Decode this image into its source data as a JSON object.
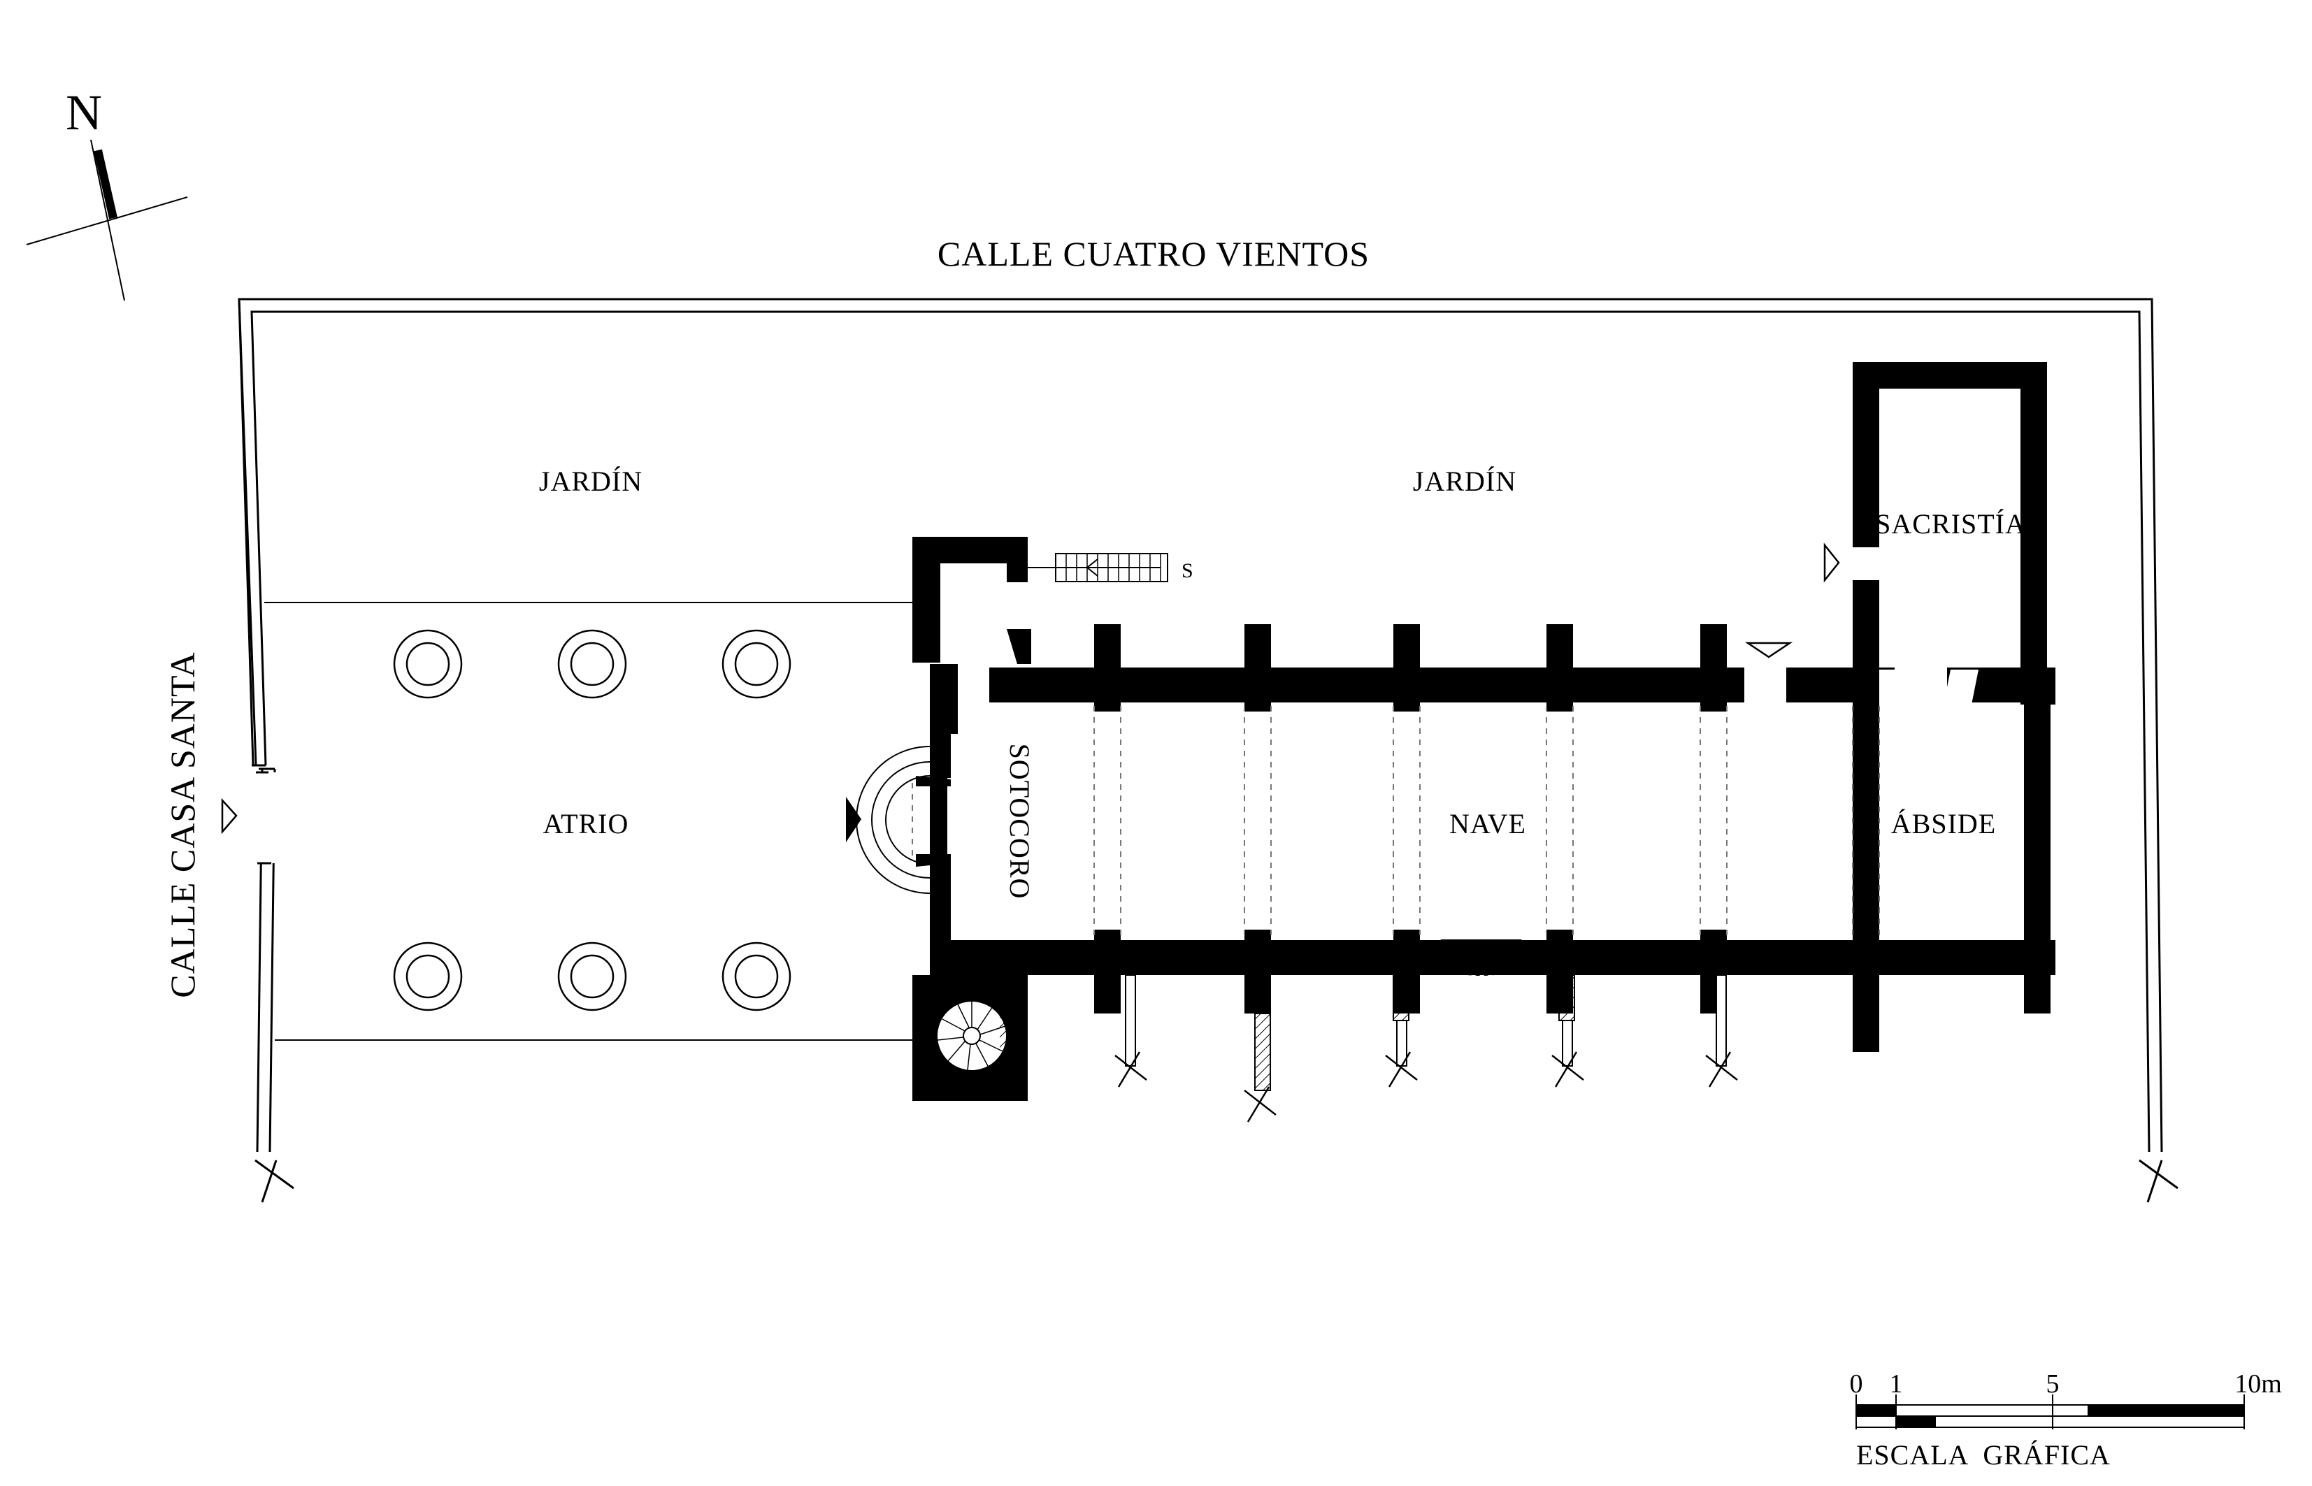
{
  "north": {
    "letter": "N"
  },
  "streets": {
    "top": "CALLE CUATRO VIENTOS",
    "left": "CALLE CASA SANTA"
  },
  "rooms": {
    "garden_left": "JARDÍN",
    "garden_right": "JARDÍN",
    "atrium": "ATRIO",
    "sotocoro": "SOTOCORO",
    "nave": "NAVE",
    "apse": "ÁBSIDE",
    "sacristy": "SACRISTÍA",
    "stair_mark": "S"
  },
  "scale": {
    "caption": "ESCALA  GRÁFICA",
    "ticks": [
      "0",
      "1",
      "5",
      "10m"
    ]
  },
  "colors": {
    "ink": "#000000",
    "paper": "#ffffff",
    "dash": "#777777"
  }
}
